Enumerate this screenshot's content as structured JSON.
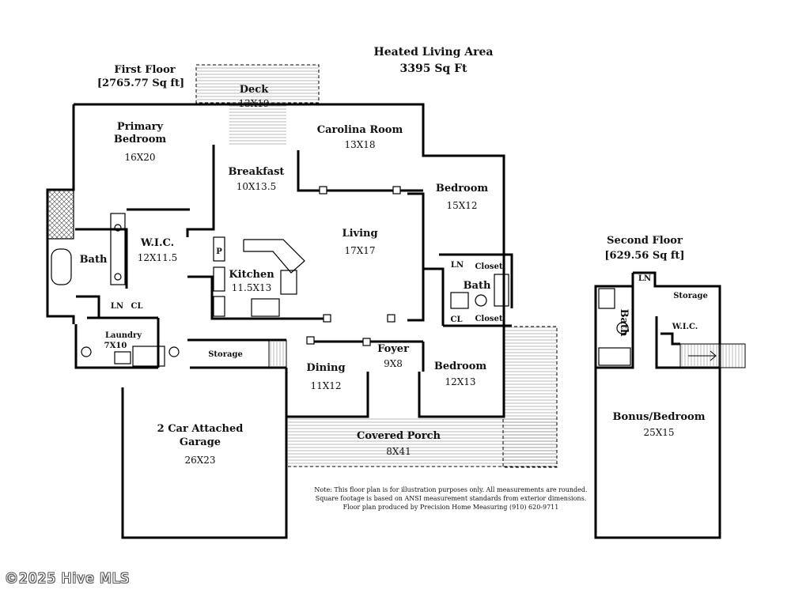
{
  "header": {
    "line1": "Heated Living Area",
    "line2": "3395 Sq Ft"
  },
  "floors": {
    "first": {
      "name": "First Floor",
      "area": "[2765.77 Sq ft]"
    },
    "second": {
      "name": "Second Floor",
      "area": "[629.56 Sq ft]"
    }
  },
  "rooms": {
    "deck": {
      "name": "Deck",
      "dim": "13X19"
    },
    "primary": {
      "name1": "Primary",
      "name2": "Bedroom",
      "dim": "16X20"
    },
    "carolina": {
      "name": "Carolina Room",
      "dim": "13X18"
    },
    "breakfast": {
      "name": "Breakfast",
      "dim": "10X13.5"
    },
    "bedroom_a": {
      "name": "Bedroom",
      "dim": "15X12"
    },
    "living": {
      "name": "Living",
      "dim": "17X17"
    },
    "wic": {
      "name": "W.I.C.",
      "dim": "12X11.5"
    },
    "bath_main": {
      "name": "Bath"
    },
    "kitchen": {
      "name": "Kitchen",
      "dim": "11.5X13"
    },
    "pantry": {
      "name": "P"
    },
    "ln1": {
      "name": "LN"
    },
    "cl1": {
      "name": "CL"
    },
    "laundry": {
      "name": "Laundry",
      "dim": "7X10"
    },
    "storage1": {
      "name": "Storage"
    },
    "ln2": {
      "name": "LN"
    },
    "closet1": {
      "name": "Closet"
    },
    "bath2": {
      "name": "Bath"
    },
    "cl2": {
      "name": "CL"
    },
    "closet2": {
      "name": "Closet"
    },
    "dining": {
      "name": "Dining",
      "dim": "11X12"
    },
    "foyer": {
      "name": "Foyer",
      "dim": "9X8"
    },
    "bedroom_b": {
      "name": "Bedroom",
      "dim": "12X13"
    },
    "porch": {
      "name": "Covered Porch",
      "dim": "8X41"
    },
    "garage": {
      "name1": "2 Car Attached",
      "name2": "Garage",
      "dim": "26X23"
    },
    "ln3": {
      "name": "LN"
    },
    "storage2": {
      "name": "Storage"
    },
    "bath3": {
      "name": "Bath"
    },
    "wic2": {
      "name": "W.I.C."
    },
    "bonus": {
      "name": "Bonus/Bedroom",
      "dim": "25X15"
    }
  },
  "note": {
    "line1": "Note: This floor plan is for illustration purposes only. All measurements are rounded.",
    "line2": "Square footage is based on ANSI measurement standards from exterior dimensions.",
    "line3": "Floor plan produced by Precision Home Measuring (910) 620-9711"
  },
  "watermark": "©2025 Hive MLS"
}
